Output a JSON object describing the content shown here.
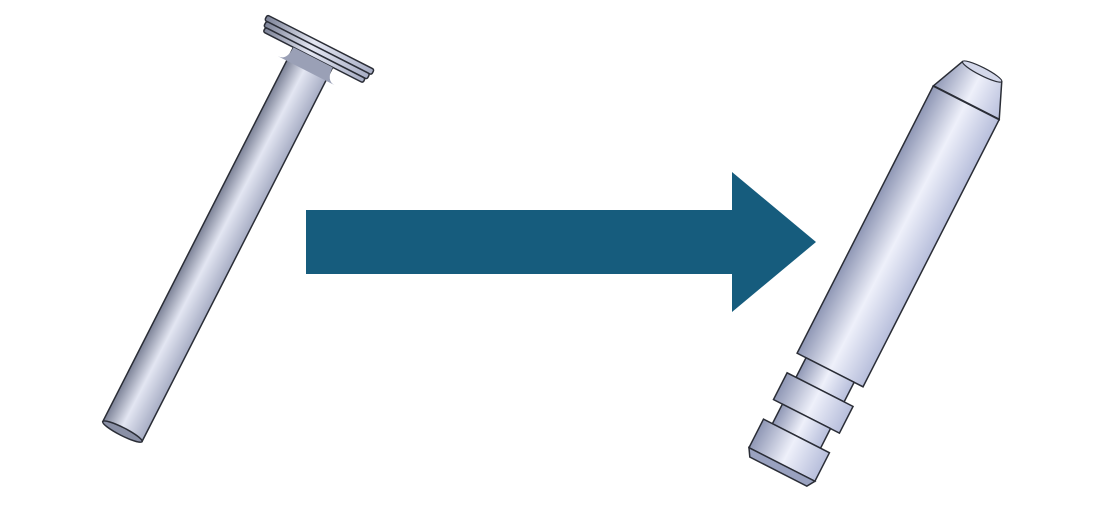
{
  "diagram": {
    "items": [
      {
        "id": "original-tube",
        "kind": "flanged-tube"
      },
      {
        "id": "transform-arrow",
        "kind": "right-arrow"
      },
      {
        "id": "modified-pin",
        "kind": "grooved-pin-with-conical-tip"
      }
    ],
    "colors": {
      "background": "#ffffff",
      "part_body": "#a7adc4",
      "part_highlight": "#e3e6f2",
      "part_shadow": "#7c8297",
      "part_edge": "#2a2d36",
      "pin_body": "#b7bedb",
      "pin_highlight": "#eef0fa",
      "pin_shadow": "#8f97b5",
      "arrow": "#165c7d"
    }
  }
}
